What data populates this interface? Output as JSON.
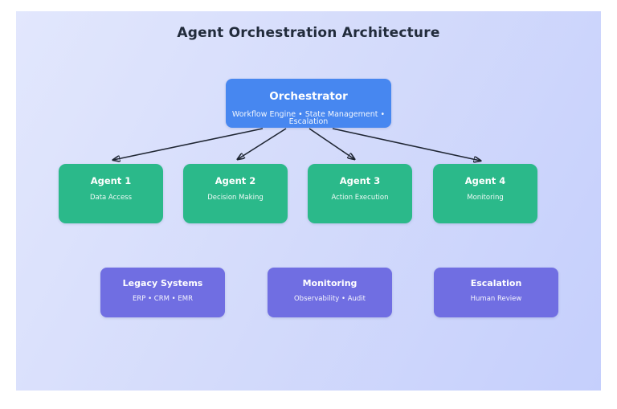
{
  "title": "Agent Orchestration Architecture",
  "orchestrator": {
    "label": "Orchestrator",
    "sublabel": "Workflow Engine • State Management • Escalation"
  },
  "agents": [
    {
      "label": "Agent 1",
      "sublabel": "Data Access"
    },
    {
      "label": "Agent 2",
      "sublabel": "Decision Making"
    },
    {
      "label": "Agent 3",
      "sublabel": "Action Execution"
    },
    {
      "label": "Agent 4",
      "sublabel": "Monitoring"
    }
  ],
  "systems": [
    {
      "label": "Legacy Systems",
      "sublabel": "ERP • CRM • EMR"
    },
    {
      "label": "Monitoring",
      "sublabel": "Observability • Audit"
    },
    {
      "label": "Escalation",
      "sublabel": "Human Review"
    }
  ],
  "colors": {
    "orchestrator_box": "#4787f0",
    "agent_box": "#2bb98a",
    "system_box": "#706ee2",
    "arrow": "#1f2633",
    "title_text": "#212b3b",
    "canvas_gradient_start": "#e2e7fd",
    "canvas_gradient_end": "#c5cffc",
    "page_background": "#ffffff"
  }
}
